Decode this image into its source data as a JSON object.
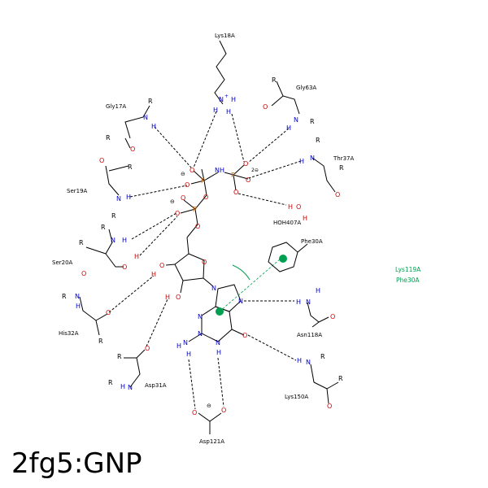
{
  "title": "2fg5:GNP",
  "residues": {
    "lys18": "Lys18A",
    "gly63": "Gly63A",
    "gly17": "Gly17A",
    "thr37": "Thr37A",
    "ser19": "Ser19A",
    "hoh407": "HOH407A",
    "ser20": "Ser20A",
    "phe30": "Phe30A",
    "his32": "His32A",
    "asn118": "Asn118A",
    "asp31": "Asp31A",
    "lys150": "Lys150A",
    "asp121": "Asp121A"
  },
  "pi_legend": [
    "Lys119A",
    "Phe30A"
  ],
  "colors": {
    "nitrogen": "#0000cc",
    "oxygen": "#cc0000",
    "phosphorus": "#cc6600",
    "pi": "#00a050"
  }
}
